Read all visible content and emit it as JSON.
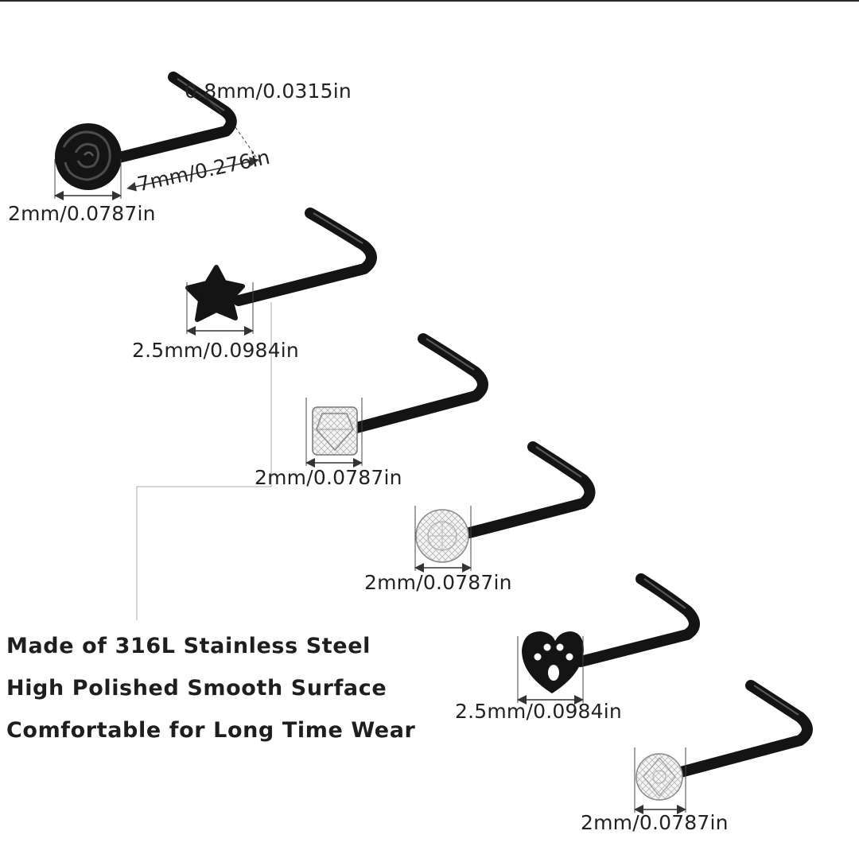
{
  "colors": {
    "background": "#ffffff",
    "metal": "#141414",
    "text": "#222222",
    "guide": "#aaaaaa"
  },
  "items": [
    {
      "icon": "rose-icon",
      "label": "2mm/0.0787in"
    },
    {
      "icon": "star-icon",
      "label": "2.5mm/0.0984in"
    },
    {
      "icon": "square-gem-icon",
      "label": "2mm/0.0787in"
    },
    {
      "icon": "round-gem-icon",
      "label": "2mm/0.0787in"
    },
    {
      "icon": "paw-heart-icon",
      "label": "2.5mm/0.0984in"
    },
    {
      "icon": "small-round-gem-icon",
      "label": "2mm/0.0787in"
    }
  ],
  "gauge_label": "0.8mm/0.0315in",
  "length_label": "7mm/0.276in",
  "features": [
    "Made of 316L Stainless Steel",
    "High Polished Smooth Surface",
    "Comfortable for Long Time Wear"
  ]
}
